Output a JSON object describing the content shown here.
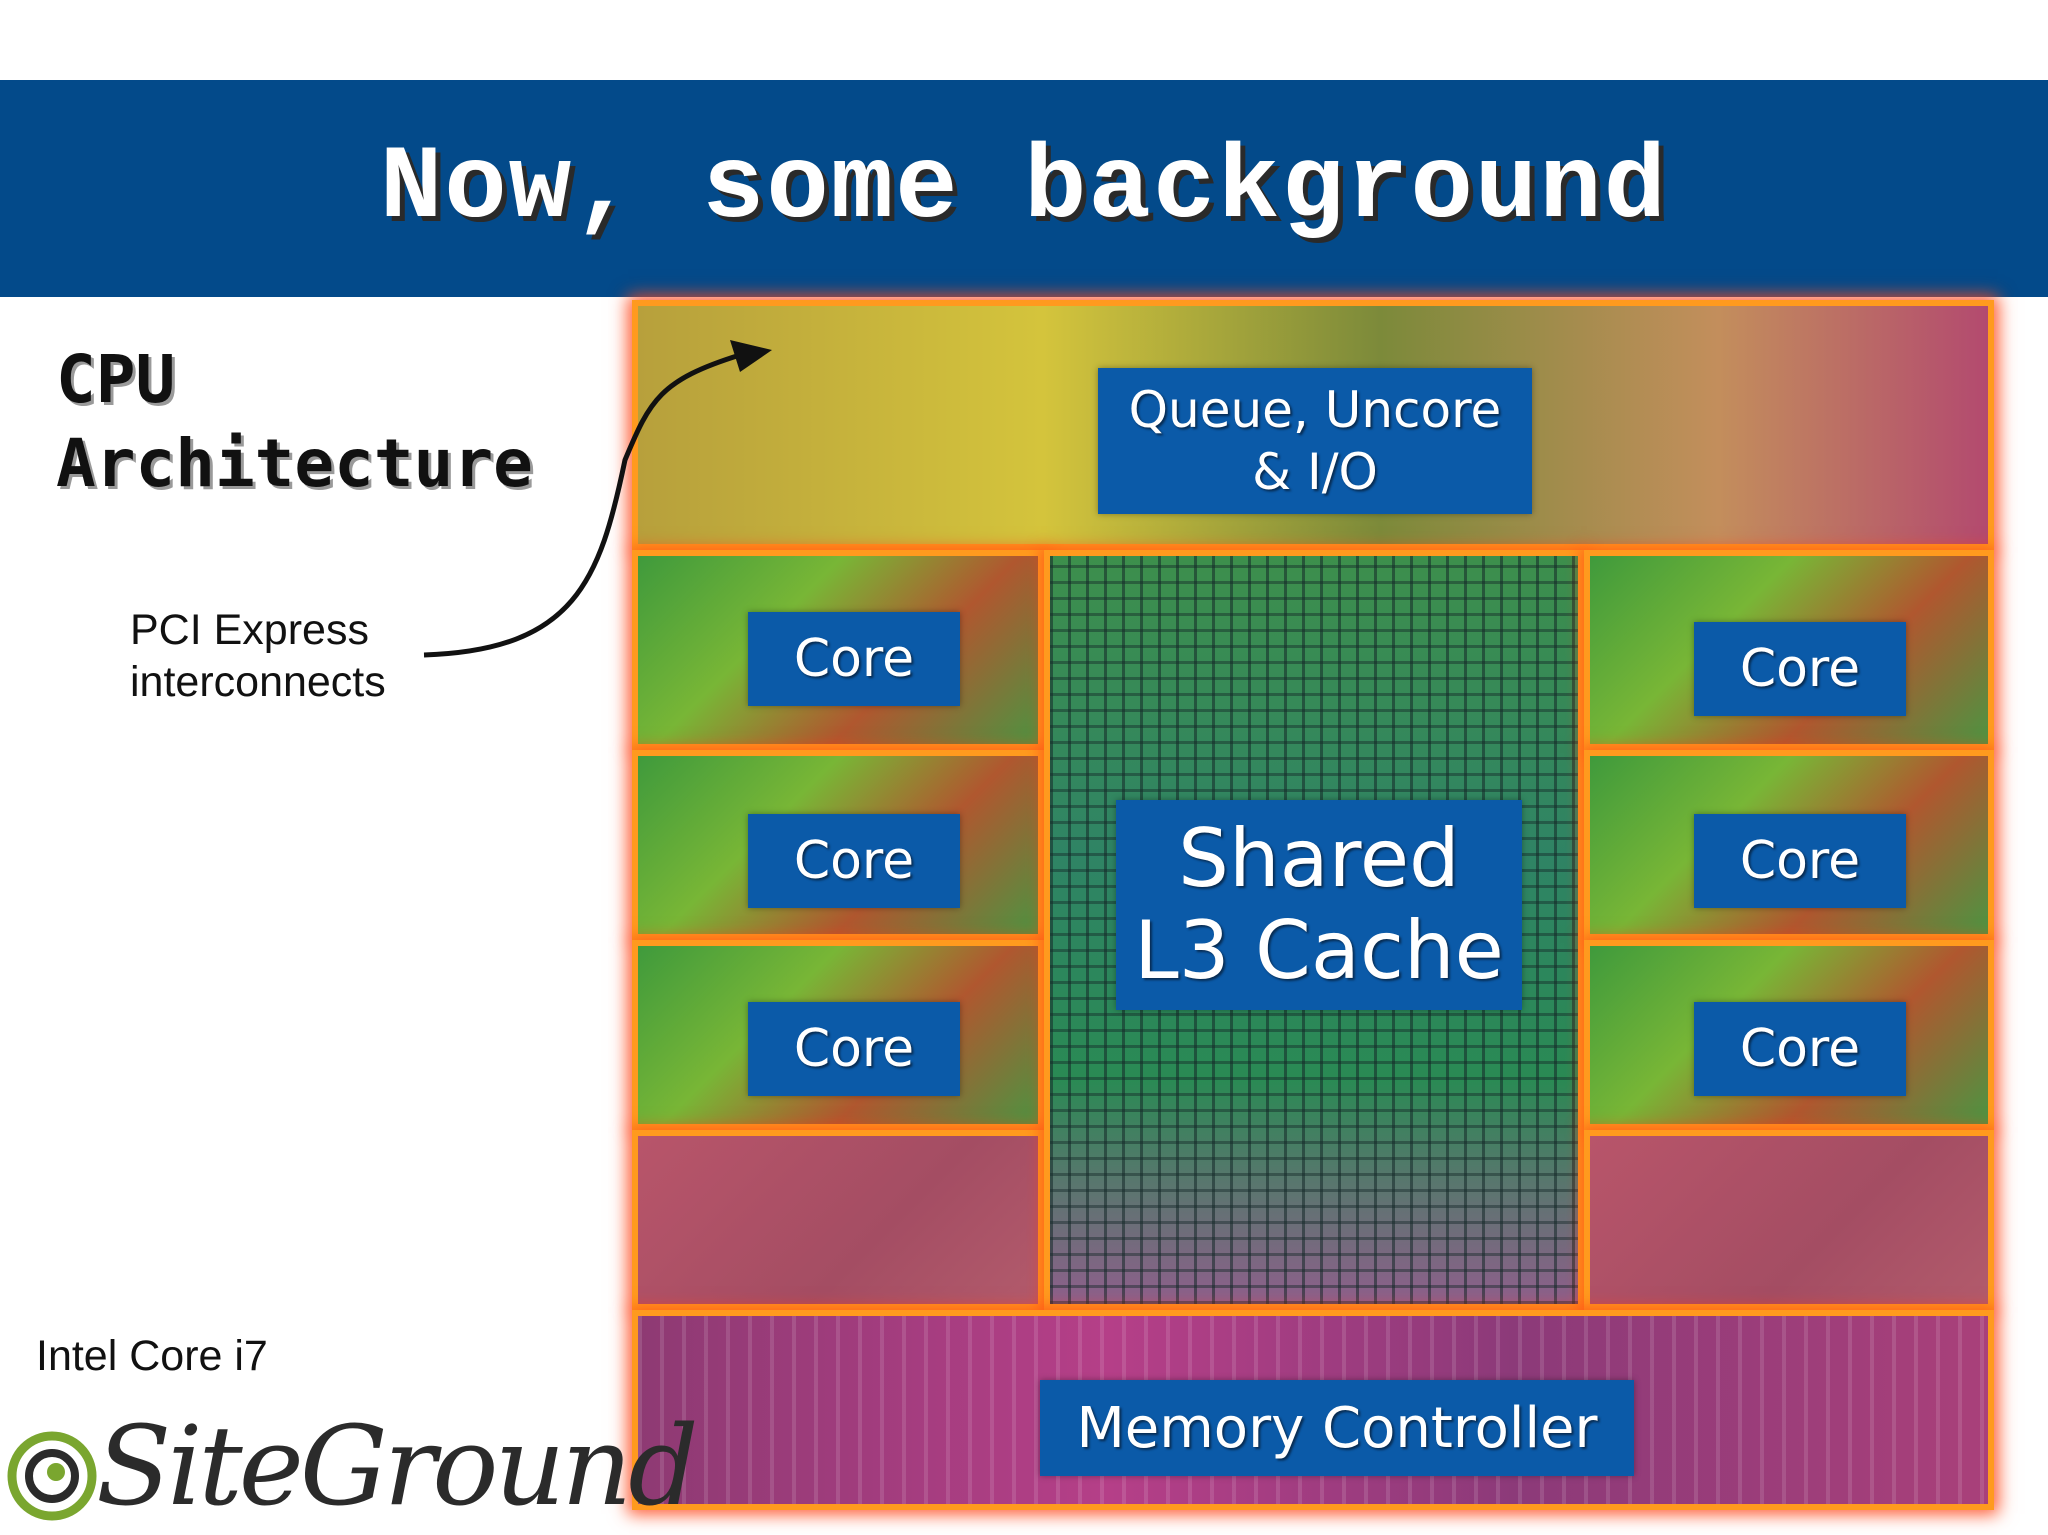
{
  "slide": {
    "title": "Now, some background",
    "heading_line1": "CPU",
    "heading_line2": "Architecture",
    "pci_line1": "PCI Express",
    "pci_line2": "interconnects",
    "chip_name": "Intel Core i7",
    "logo_text": "SiteGround"
  },
  "die": {
    "uncore_line1": "Queue, Uncore",
    "uncore_line2": "& I/O",
    "cache_line1": "Shared",
    "cache_line2": "L3 Cache",
    "memory_controller": "Memory Controller",
    "core_label": "Core"
  },
  "colors": {
    "title_bar": "#034a8a",
    "label_blue": "#0b5aa8",
    "region_border": "#ff9a1e",
    "logo_green": "#7aa62f"
  }
}
